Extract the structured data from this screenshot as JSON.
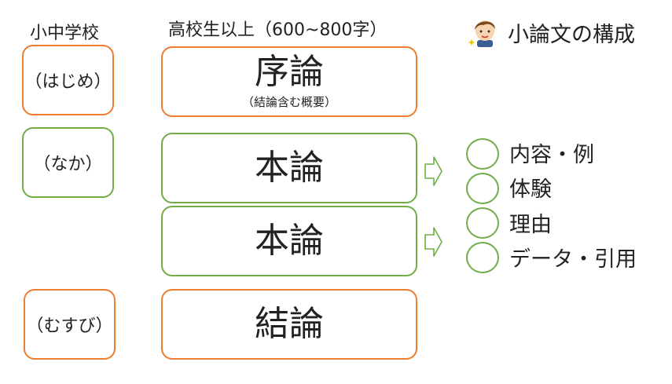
{
  "headers": {
    "elementary": "小中学校",
    "highschool": "高校生以上（600~800字）",
    "title": "小論文の構成"
  },
  "left": {
    "hajime": "（はじめ）",
    "naka": "（なか）",
    "musubi": "（むすび）"
  },
  "center": {
    "joron": "序論",
    "joron_sub": "（結論含む概要）",
    "honron1": "本論",
    "honron2": "本論",
    "ketsuron": "結論"
  },
  "items": [
    "内容・例",
    "体験",
    "理由",
    "データ・引用"
  ],
  "colors": {
    "orange": "#ed7d31",
    "green": "#70ad47"
  }
}
